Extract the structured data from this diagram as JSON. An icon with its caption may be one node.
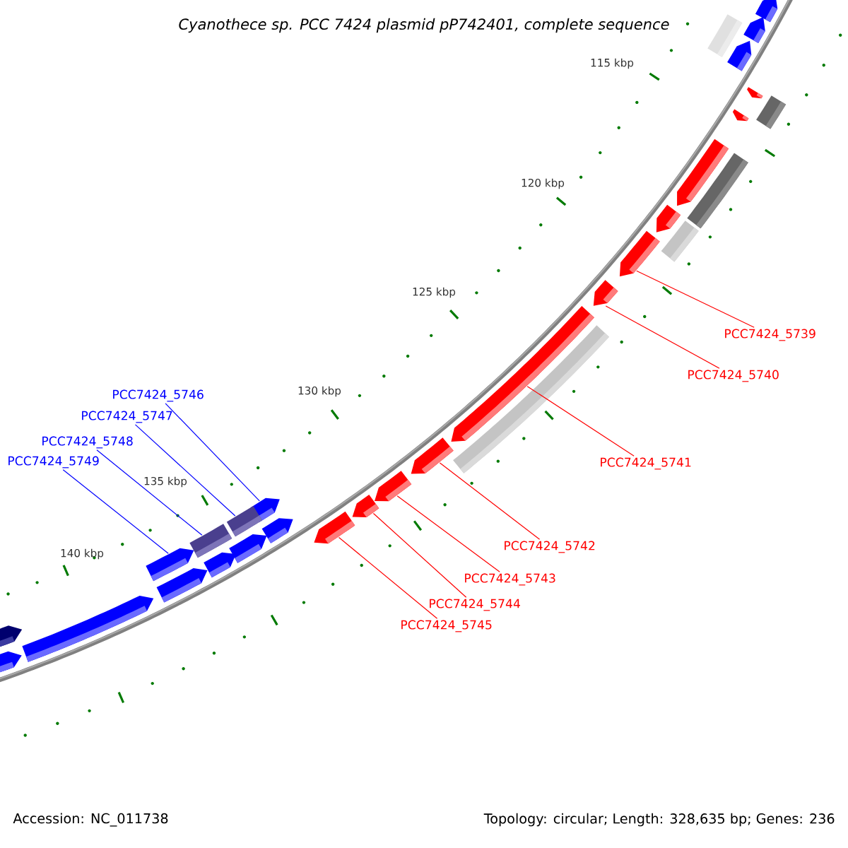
{
  "diagram": {
    "title": "Cyanothece sp. PCC 7424 plasmid pP742401, complete sequence",
    "nodes": [
      {
        "text": [
          "PCC7424_5739"
        ]
      },
      {
        "text": [
          "PCC7424_5740"
        ]
      },
      {
        "text": [
          "PCC7424_5741"
        ]
      },
      {
        "text": [
          "PCC7424_5742"
        ]
      },
      {
        "text": [
          "PCC7424_5743"
        ]
      },
      {
        "text": [
          "PCC7424_5744"
        ]
      },
      {
        "text": [
          "PCC7424_5745"
        ]
      },
      {
        "text": [
          "PCC7424_5746"
        ]
      },
      {
        "text": [
          "PCC7424_5747"
        ]
      },
      {
        "text": [
          "PCC7424_5748"
        ]
      },
      {
        "text": [
          "PCC7424_5749"
        ]
      },
      {
        "text": [],
        "shape": "arrow"
      },
      {
        "text": [],
        "shape": "arrow"
      },
      {
        "text": [],
        "shape": "arrow"
      },
      {
        "text": [],
        "shape": "arrow"
      },
      {
        "text": [],
        "shape": "arrow"
      },
      {
        "text": [],
        "shape": "arrow"
      },
      {
        "text": [],
        "shape": "arrow"
      },
      {
        "text": [],
        "shape": "arrow"
      },
      {
        "text": [],
        "shape": "box"
      },
      {
        "text": [],
        "shape": "box"
      },
      {
        "text": [],
        "shape": "arrow"
      },
      {
        "text": [],
        "shape": "arrow"
      },
      {
        "text": [],
        "shape": "arrow"
      },
      {
        "text": [],
        "shape": "arrow"
      },
      {
        "text": [],
        "shape": "arrow"
      },
      {
        "text": [],
        "shape": "box"
      },
      {
        "text": [],
        "shape": "box"
      },
      {
        "text": [],
        "shape": "box"
      },
      {
        "text": [],
        "shape": "box"
      },
      {
        "text": [],
        "shape": "arrow"
      },
      {
        "text": [],
        "shape": "arrow"
      },
      {
        "text": [],
        "shape": "arrow"
      },
      {
        "text": [],
        "shape": "arrow"
      },
      {
        "text": [],
        "shape": "arrow"
      },
      {
        "text": [],
        "shape": "arrow"
      },
      {
        "text": [],
        "shape": "arrow"
      },
      {
        "text": [],
        "shape": "arrow"
      },
      {
        "text": [],
        "shape": "arrow"
      },
      {
        "text": [],
        "shape": "box"
      },
      {
        "text": [],
        "shape": "arrow"
      }
    ],
    "edges": [
      {
        "from": 0,
        "to": 11,
        "arrow": "none"
      },
      {
        "from": 1,
        "to": 12,
        "arrow": "none"
      },
      {
        "from": 2,
        "to": 13,
        "arrow": "none"
      },
      {
        "from": 3,
        "to": 14,
        "arrow": "none"
      },
      {
        "from": 4,
        "to": 15,
        "arrow": "none"
      },
      {
        "from": 5,
        "to": 16,
        "arrow": "none"
      },
      {
        "from": 6,
        "to": 17,
        "arrow": "none"
      },
      {
        "from": 7,
        "to": 18,
        "arrow": "none",
        "color": "#0000ff"
      },
      {
        "from": 8,
        "to": 19,
        "arrow": "none",
        "color": "#0000ff"
      },
      {
        "from": 9,
        "to": 20,
        "arrow": "none",
        "color": "#0000ff"
      },
      {
        "from": 10,
        "to": 21,
        "arrow": "none",
        "color": "#0000ff"
      }
    ],
    "labels": [
      "115 kbp",
      "120 kbp",
      "125 kbp",
      "130 kbp",
      "135 kbp",
      "140 kbp",
      "Accession: NC_011738",
      "Topology: circular; Length: 328,635 bp; Genes: 236"
    ]
  }
}
